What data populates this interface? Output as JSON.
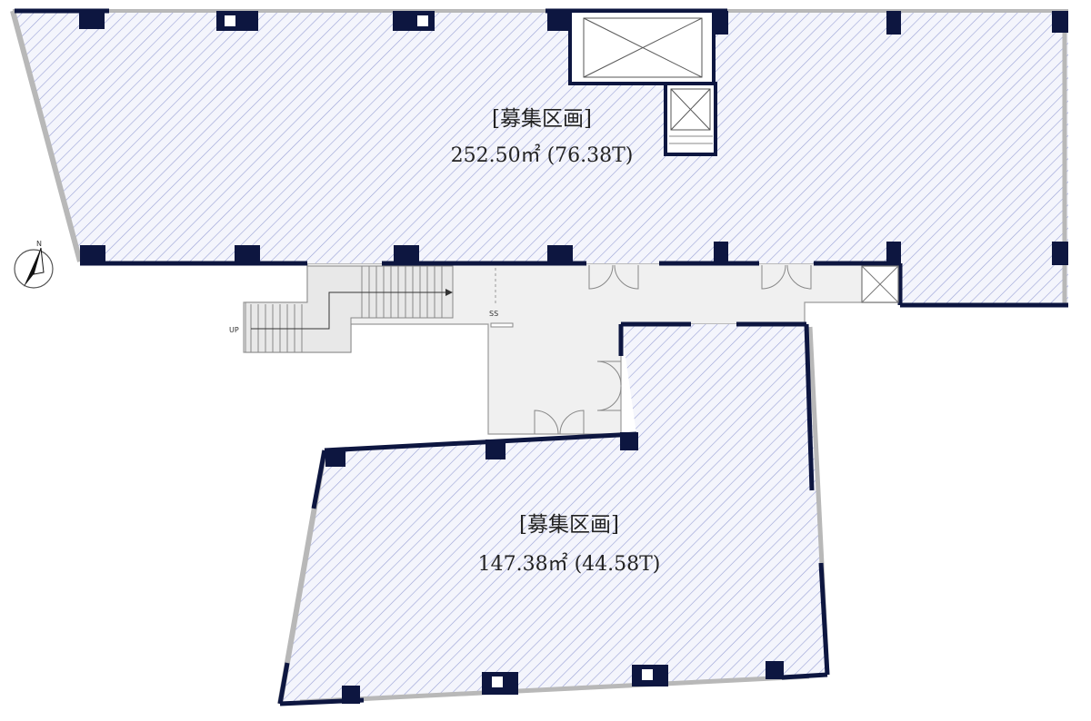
{
  "floor_plan": {
    "colors": {
      "wall": "#0d1640",
      "hatch": "#9aa2d6",
      "area_fill": "#f4f5fc",
      "corridor": "#f0f0f0",
      "window": "#b8b8b8"
    },
    "north_marker": {
      "label": "N",
      "icon": "compass-arrow-icon"
    },
    "stairs": {
      "label": "UP"
    },
    "shaft_label": "SS",
    "rooms": [
      {
        "name": "[募集区画]",
        "area": "252.50㎡ (76.38T)"
      },
      {
        "name": "[募集区画]",
        "area": "147.38㎡ (44.58T)"
      }
    ]
  }
}
